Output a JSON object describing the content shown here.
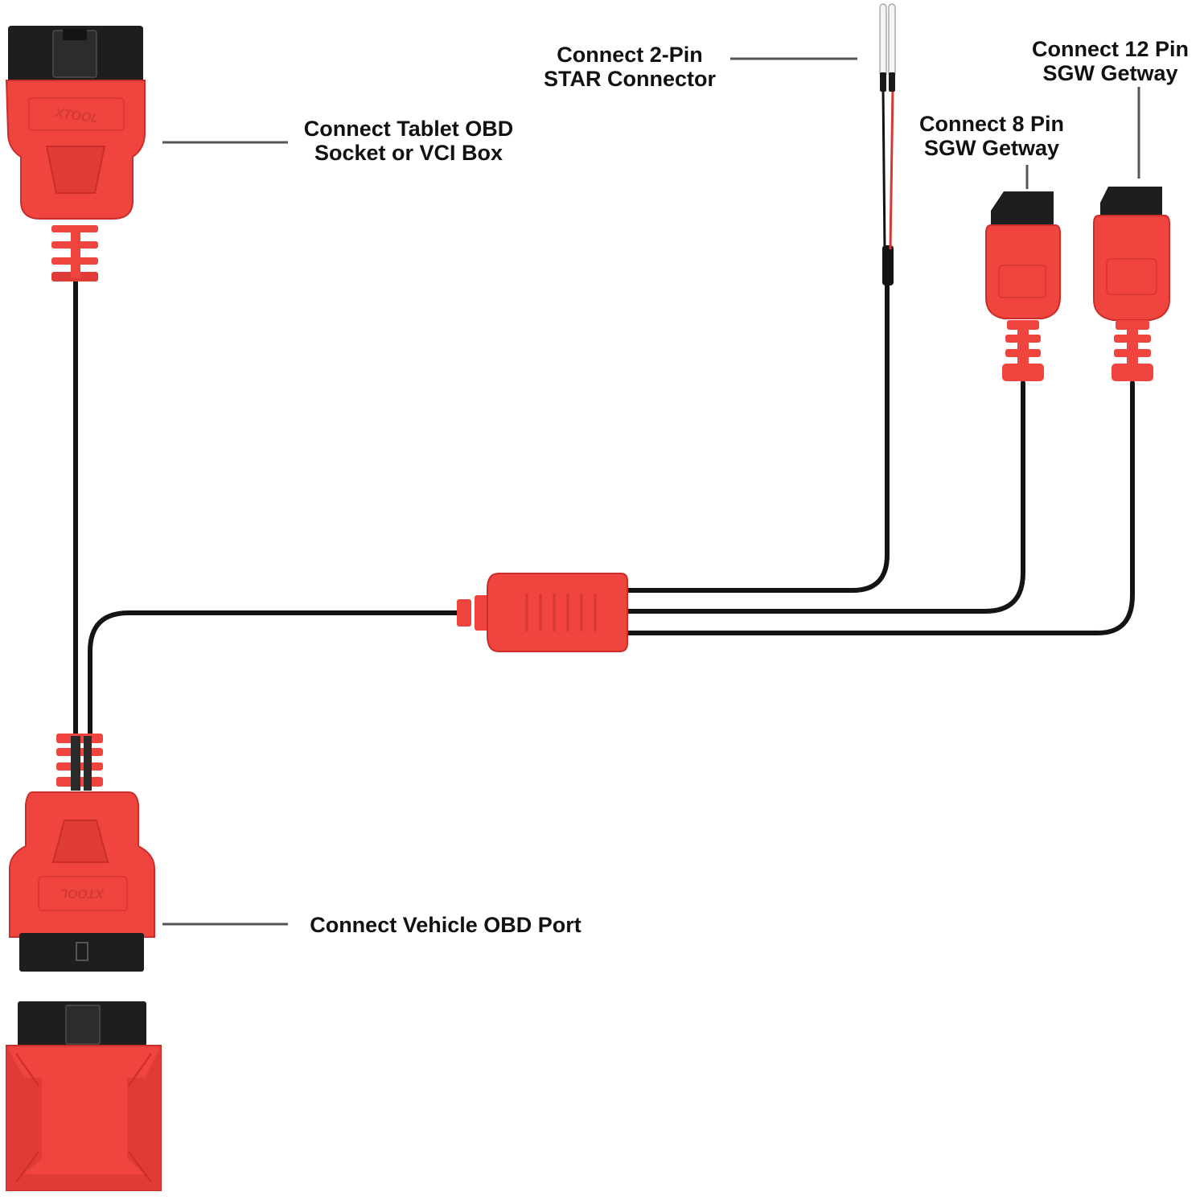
{
  "diagram": {
    "labels": {
      "tablet_obd": {
        "line1": "Connect Tablet OBD",
        "line2": "Socket or VCI Box"
      },
      "star_connector": {
        "line1": "Connect 2-Pin",
        "line2": "STAR Connector"
      },
      "sgw_8pin": {
        "line1": "Connect 8 Pin",
        "line2": "SGW Getway"
      },
      "sgw_12pin": {
        "line1": "Connect 12 Pin",
        "line2": "SGW Getway"
      },
      "vehicle_obd": {
        "line1": "Connect Vehicle OBD Port"
      }
    },
    "logo_text": "XTOOL",
    "colors": {
      "connector_red": "#f0443f",
      "connector_red_dark": "#c92e2b",
      "plug_black": "#1e1e1e",
      "cable_black": "#141414",
      "leader_line": "#555555"
    }
  }
}
